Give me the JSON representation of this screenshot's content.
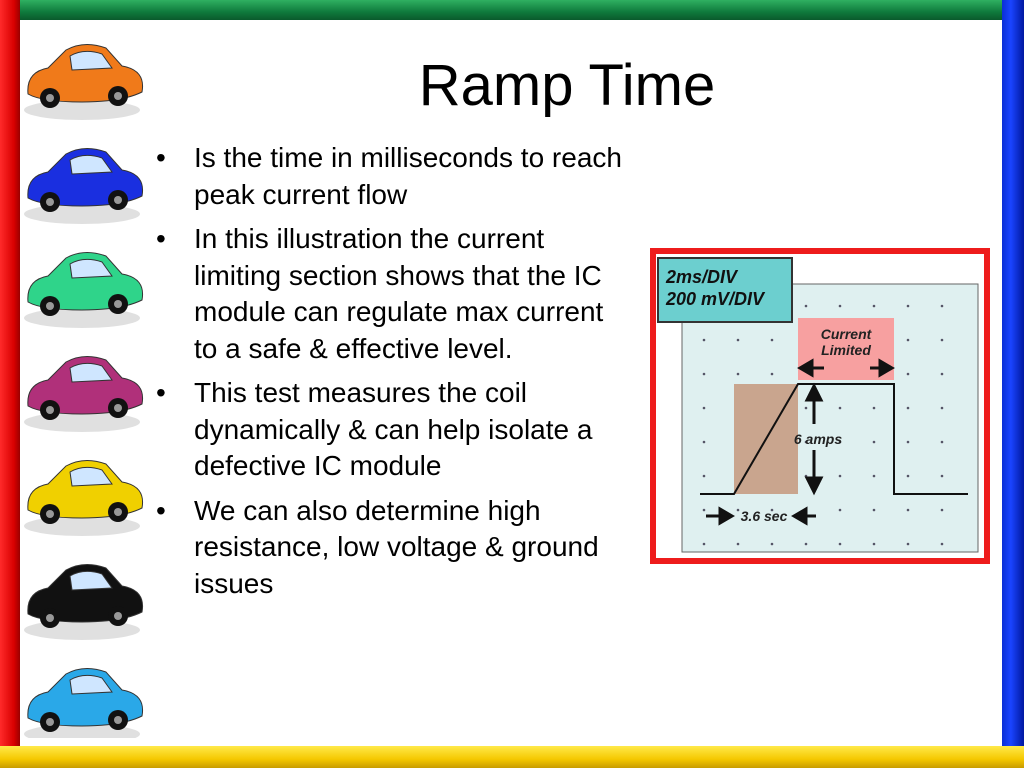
{
  "slide": {
    "title": "Ramp Time",
    "bullets": [
      "Is the time in milliseconds to reach peak current flow",
      "In this illustration the current limiting section shows that the IC module can regulate max current to a safe & effective level.",
      "This test measures the coil dynamically & can help isolate a defective IC module",
      "We can also determine high resistance, low voltage & ground issues"
    ]
  },
  "cars": [
    {
      "icon": "car-icon",
      "color": "#f07a1a"
    },
    {
      "icon": "car-icon",
      "color": "#1a2fe0"
    },
    {
      "icon": "car-icon",
      "color": "#2fd48a"
    },
    {
      "icon": "car-icon",
      "color": "#b0307a"
    },
    {
      "icon": "car-icon",
      "color": "#f0d000"
    },
    {
      "icon": "car-icon",
      "color": "#111111"
    },
    {
      "icon": "car-icon",
      "color": "#2aa8e8"
    }
  ],
  "figure": {
    "scale_line1": "2ms/DIV",
    "scale_line2": "200 mV/DIV",
    "current_label_line1": "Current",
    "current_label_line2": "Limited",
    "amps_label": "6 amps",
    "time_label": "3.6 sec",
    "colors": {
      "border": "#ee1c1c",
      "grid_bg": "#dff0f0",
      "scale_box": "#6ccfcf",
      "current_box": "#f7a0a0",
      "ramp_box": "#c9a58e"
    }
  },
  "frame_colors": {
    "top": "#0f7a3c",
    "left": "#d80000",
    "right": "#1a44ff",
    "bottom": "#f5c800"
  }
}
